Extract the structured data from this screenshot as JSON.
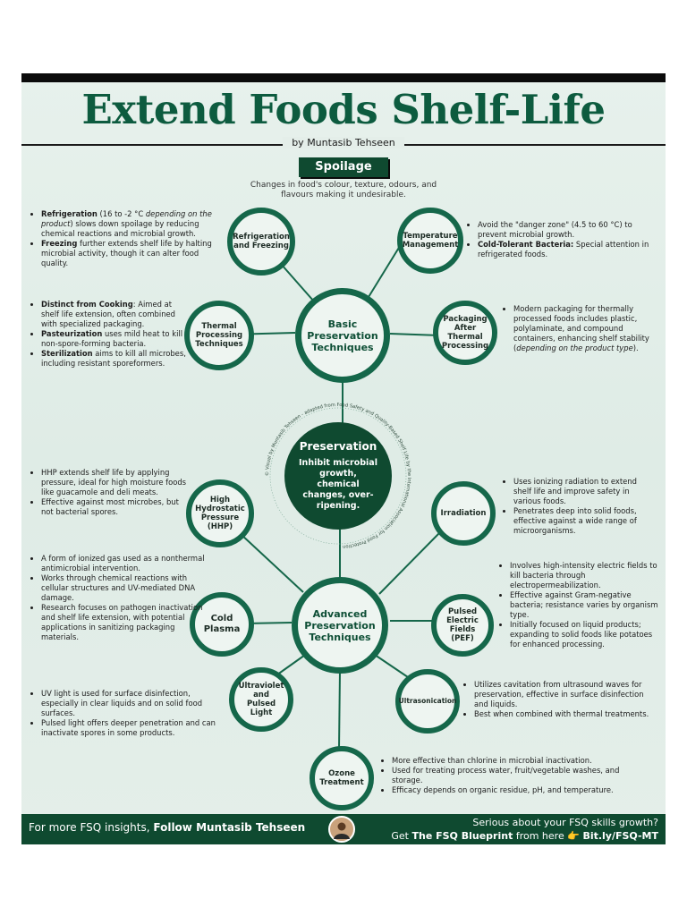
{
  "title": "Extend Foods Shelf-Life",
  "byline": "by Muntasib Tehseen",
  "spoilage": {
    "label": "Spoilage",
    "desc": "Changes in food's colour, texture, odours, and flavours making it undesirable."
  },
  "center": {
    "title": "Preservation",
    "desc": "Inhibit microbial growth, chemical changes, over-ripening.",
    "ring_text": "© Visual by Muntasib Tehseen - adapted from Food Safety and Quality-Based Shelf Life by the International Association for Food Protection"
  },
  "basic": {
    "hub": "Basic Preservation Techniques",
    "refrigeration": {
      "label": "Refrigeration and Freezing",
      "bullets": [
        {
          "b": "Refrigeration",
          "t": " (16 to -2 °C ",
          "i": "depending on the product",
          "t2": ") slows down spoilage by reducing chemical reactions and microbial growth."
        },
        {
          "b": "Freezing",
          "t": " further extends shelf life by halting microbial activity, though it can alter food quality."
        }
      ]
    },
    "temperature": {
      "label": "Temperature Management",
      "bullets": [
        {
          "b": "",
          "t": "Avoid the \"danger zone\" (4.5 to 60 °C) to prevent microbial growth."
        },
        {
          "b": "Cold-Tolerant Bacteria:",
          "t": " Special attention in refrigerated foods."
        }
      ]
    },
    "thermal": {
      "label": "Thermal Processing Techniques",
      "bullets": [
        {
          "b": "Distinct from Cooking",
          "t": ": Aimed at shelf life extension, often combined with specialized packaging."
        },
        {
          "b": "Pasteurization",
          "t": " uses mild heat to kill non-spore-forming bacteria."
        },
        {
          "b": "Sterilization",
          "t": " aims to kill all microbes, including resistant sporeformers."
        }
      ]
    },
    "packaging": {
      "label": "Packaging After Thermal Processing",
      "bullets": [
        {
          "b": "",
          "t": "Modern packaging for thermally processed foods includes plastic, polylaminate, and compound containers, enhancing shelf stability (",
          "i": "depending on the product type",
          "t2": ")."
        }
      ]
    }
  },
  "advanced": {
    "hub": "Advanced Preservation Techniques",
    "hhp": {
      "label": "High Hydrostatic Pressure (HHP)",
      "bullets": [
        {
          "b": "",
          "t": "HHP extends shelf life by applying pressure, ideal for high moisture foods like guacamole and deli meats."
        },
        {
          "b": "",
          "t": "Effective against most microbes, but not bacterial spores."
        }
      ]
    },
    "irradiation": {
      "label": "Irradiation",
      "bullets": [
        {
          "b": "",
          "t": "Uses ionizing radiation to extend shelf life and improve safety in various foods."
        },
        {
          "b": "",
          "t": "Penetrates deep into solid foods, effective against a wide range of microorganisms."
        }
      ]
    },
    "plasma": {
      "label": "Cold Plasma",
      "bullets": [
        {
          "b": "",
          "t": "A form of ionized gas used as a nonthermal antimicrobial intervention."
        },
        {
          "b": "",
          "t": "Works through chemical reactions with cellular structures and UV-mediated DNA damage."
        },
        {
          "b": "",
          "t": "Research focuses on pathogen inactivation and shelf life extension, with potential applications in sanitizing packaging materials."
        }
      ]
    },
    "pef": {
      "label": "Pulsed Electric Fields (PEF)",
      "bullets": [
        {
          "b": "",
          "t": "Involves high-intensity electric fields to kill bacteria through electropermeabilization."
        },
        {
          "b": "",
          "t": "Effective against Gram-negative bacteria; resistance varies by organism type."
        },
        {
          "b": "",
          "t": "Initially focused on liquid products; expanding to solid foods like potatoes for enhanced processing."
        }
      ]
    },
    "uv": {
      "label": "Ultraviolet and Pulsed Light",
      "bullets": [
        {
          "b": "",
          "t": "UV light is used for surface disinfection, especially in clear liquids and on solid food surfaces."
        },
        {
          "b": "",
          "t": "Pulsed light offers deeper penetration and can inactivate spores in some products."
        }
      ]
    },
    "ultrasonication": {
      "label": "Ultrasonication",
      "bullets": [
        {
          "b": "",
          "t": "Utilizes cavitation from ultrasound waves for preservation, effective in surface disinfection and liquids."
        },
        {
          "b": "",
          "t": "Best when combined with thermal treatments."
        }
      ]
    },
    "ozone": {
      "label": "Ozone Treatment",
      "bullets": [
        {
          "b": "",
          "t": "More effective than chlorine in microbial inactivation."
        },
        {
          "b": "",
          "t": "Used for treating process water, fruit/vegetable washes, and storage."
        },
        {
          "b": "",
          "t": "Efficacy depends on organic residue, pH, and temperature."
        }
      ]
    }
  },
  "footer": {
    "left_prefix": "For more FSQ insights, ",
    "left_bold": "Follow Muntasib Tehseen",
    "right_line1": "Serious about your FSQ skills growth?",
    "right_prefix": "Get ",
    "right_bold": "The FSQ Blueprint",
    "right_mid": " from here ",
    "right_pointer": "👉",
    "right_link": "Bit.ly/FSQ-MT"
  },
  "colors": {
    "dark_green": "#0f4a30",
    "ring_green": "#15674a",
    "title_green": "#0d5b3f",
    "background": "#e4eee9"
  }
}
